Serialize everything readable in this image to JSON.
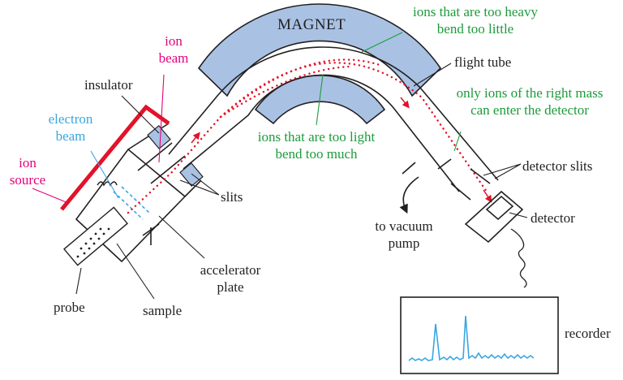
{
  "colors": {
    "outline": "#231f20",
    "magnet_fill": "#a9c2e4",
    "ion_red": "#e3122a",
    "magenta": "#e5007e",
    "electron_blue": "#3aa6e0",
    "green": "#1d9b3b",
    "peak_blue": "#3aa6e0"
  },
  "labels": {
    "magnet": "MAGNET",
    "ion_beam_1": "ion",
    "ion_beam_2": "beam",
    "insulator": "insulator",
    "electron_beam_1": "electron",
    "electron_beam_2": "beam",
    "ion_source_1": "ion",
    "ion_source_2": "source",
    "heavy_1": "ions that are too heavy",
    "heavy_2": "bend too little",
    "flight_tube": "flight tube",
    "right_mass_1": "only ions of the right mass",
    "right_mass_2": "can enter the detector",
    "light_1": "ions that are too light",
    "light_2": "bend too much",
    "detector_slits": "detector slits",
    "slits": "slits",
    "detector": "detector",
    "vacuum_1": "to vacuum",
    "vacuum_2": "pump",
    "accelerator_1": "accelerator",
    "accelerator_2": "plate",
    "probe": "probe",
    "sample": "sample",
    "recorder": "recorder"
  },
  "icons": [
    "filament-coil-icon",
    "vacuum-arrow-icon",
    "mass-spectrum-trace-icon"
  ]
}
